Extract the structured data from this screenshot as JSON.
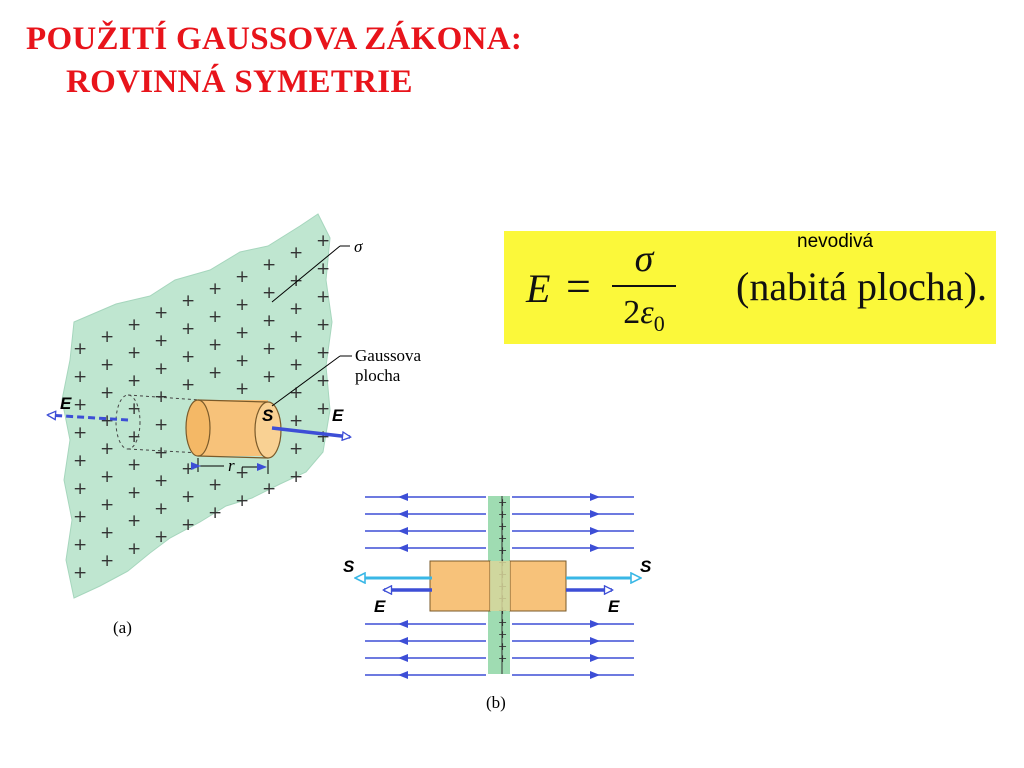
{
  "title": {
    "line1": "POUŽITÍ GAUSSOVA ZÁKONA:",
    "line2": "ROVINNÁ SYMETRIE"
  },
  "formula": {
    "note": "nevodivá",
    "lhs": "E",
    "equals": "=",
    "numerator": "σ",
    "denominator_coef": "2",
    "denominator_symbol": "ε",
    "denominator_sub": "0",
    "parenthetical": "(nabitá plocha)."
  },
  "figure_a": {
    "sigma_label": "σ",
    "gauss_label_line1": "Gaussova",
    "gauss_label_line2": "plocha",
    "e_left": "E",
    "e_right": "E",
    "s_label": "S",
    "r_label": "r",
    "caption": "(a)"
  },
  "figure_b": {
    "s_left": "S",
    "s_right": "S",
    "e_left": "E",
    "e_right": "E",
    "caption": "(b)"
  },
  "colors": {
    "title": "#e8141b",
    "formula_bg": "#fbf83a",
    "sheet": "#bfe6d0",
    "cylinder": "#f7c27a",
    "field_blue": "#3d4ed6",
    "area_cyan": "#39b7e6"
  }
}
